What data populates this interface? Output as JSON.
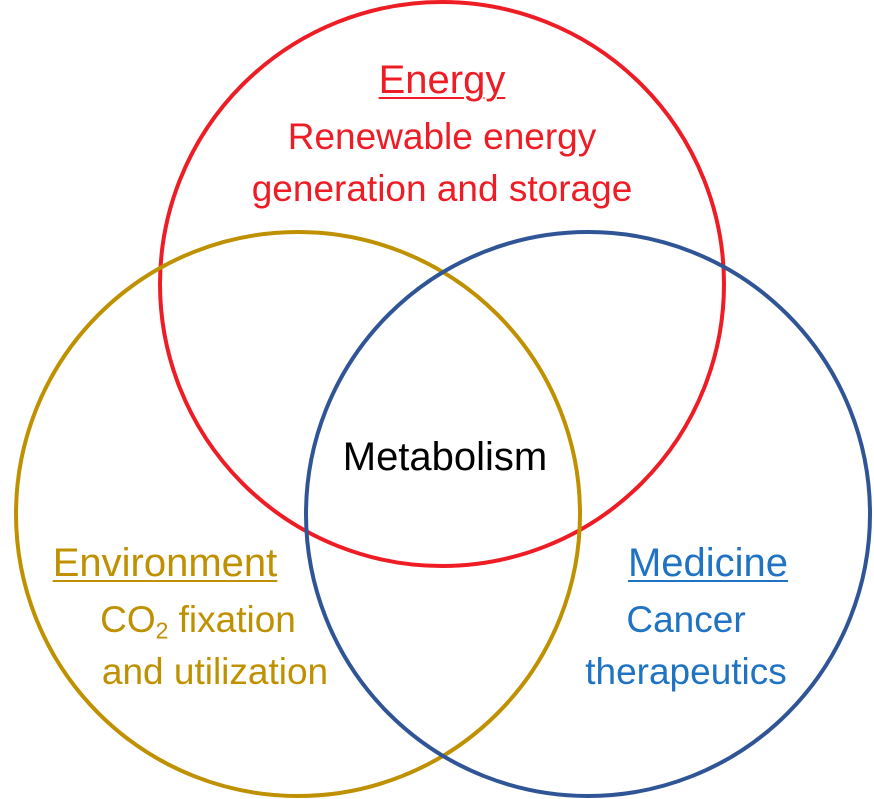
{
  "colors": {
    "energy": "#ee1c24",
    "environment": "#bf9000",
    "medicine_circle": "#2f5597",
    "medicine_text": "#1f73c2",
    "center_text": "#000000"
  },
  "center": {
    "label": "Metabolism"
  },
  "energy": {
    "heading": "Energy",
    "line1": "Renewable energy",
    "line2": "generation and storage"
  },
  "environment": {
    "heading": "Environment",
    "line1_pre": "CO",
    "line1_sub": "2",
    "line1_post": " fixation",
    "line2": "and utilization"
  },
  "medicine": {
    "heading": "Medicine",
    "line1": "Cancer",
    "line2": "therapeutics"
  }
}
